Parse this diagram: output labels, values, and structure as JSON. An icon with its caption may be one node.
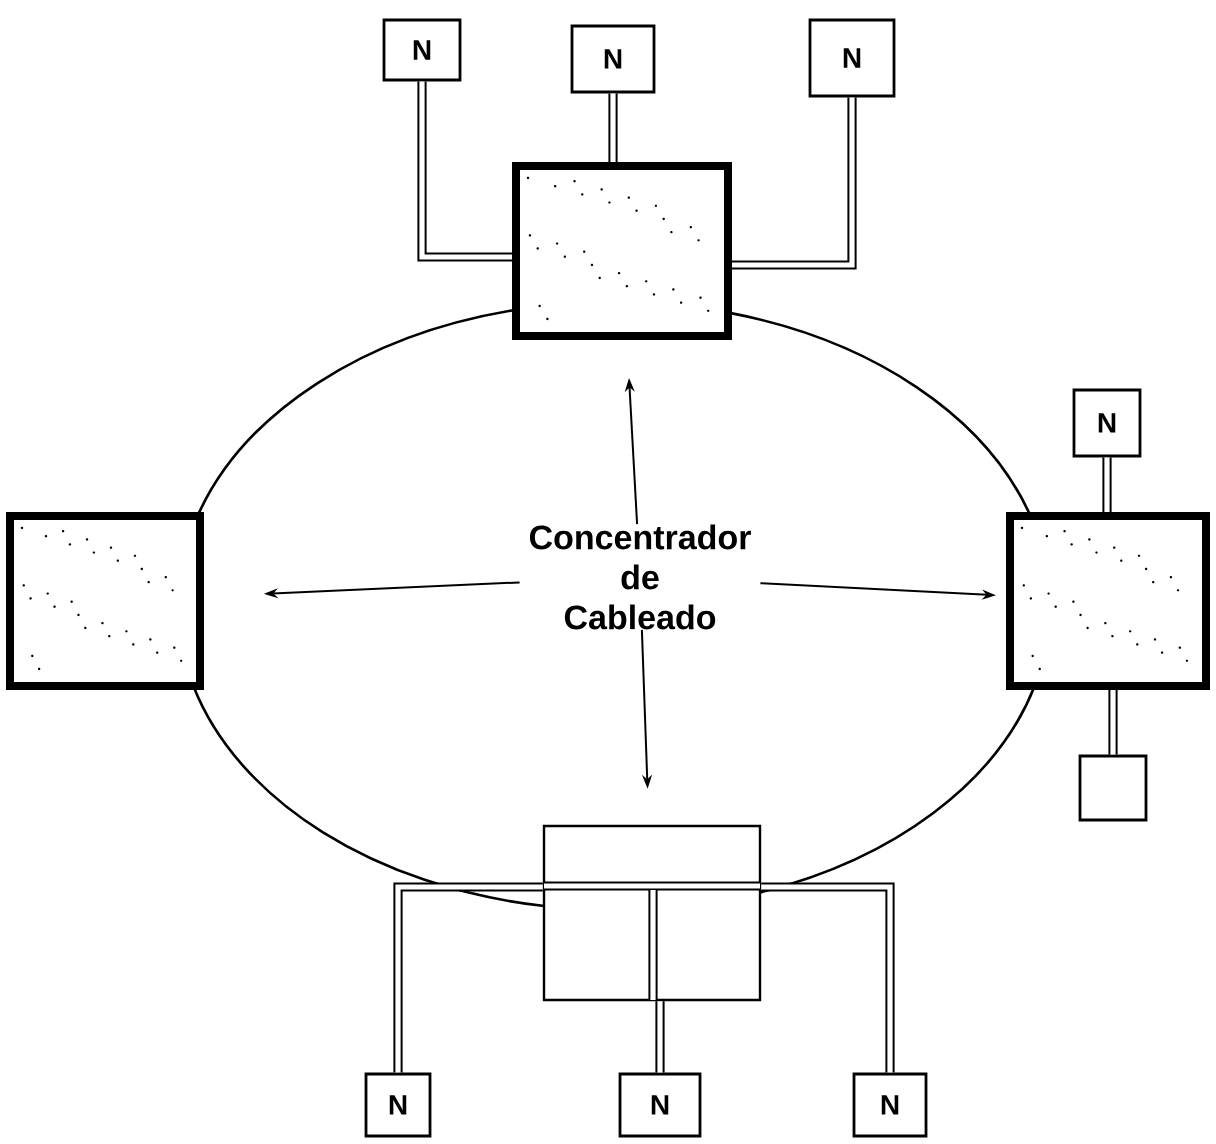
{
  "diagram": {
    "nodes": [
      {
        "text": [
          "Concentrador de Cableado"
        ]
      },
      {
        "text": [],
        "shape": "box"
      },
      {
        "text": [],
        "shape": "box"
      },
      {
        "text": [],
        "shape": "box"
      },
      {
        "text": [],
        "shape": "box"
      },
      {
        "text": [
          "N"
        ]
      },
      {
        "text": [
          "N"
        ]
      },
      {
        "text": [
          "N"
        ]
      },
      {
        "text": [
          "N"
        ]
      },
      {
        "text": [],
        "shape": "box"
      },
      {
        "text": [
          "N"
        ]
      },
      {
        "text": [
          "N"
        ]
      },
      {
        "text": [
          "N"
        ]
      }
    ],
    "edges": [
      {
        "from": 0,
        "to": 1,
        "arrow": "to"
      },
      {
        "from": 0,
        "to": 2,
        "arrow": "to"
      },
      {
        "from": 0,
        "to": 3,
        "arrow": "to"
      },
      {
        "from": 0,
        "to": 4,
        "arrow": "to"
      },
      {
        "from": 1,
        "to": 3,
        "arrow": "none"
      },
      {
        "from": 3,
        "to": 4,
        "arrow": "none"
      },
      {
        "from": 4,
        "to": 2,
        "arrow": "none"
      },
      {
        "from": 2,
        "to": 1,
        "arrow": "none"
      },
      {
        "from": 5,
        "to": 1,
        "arrow": "none",
        "style": "thick"
      },
      {
        "from": 6,
        "to": 1,
        "arrow": "none",
        "style": "thick"
      },
      {
        "from": 7,
        "to": 1,
        "arrow": "none",
        "style": "thick"
      },
      {
        "from": 8,
        "to": 3,
        "arrow": "none",
        "style": "thick"
      },
      {
        "from": 9,
        "to": 3,
        "arrow": "none",
        "style": "thick"
      },
      {
        "from": 10,
        "to": 4,
        "arrow": "none",
        "style": "thick"
      },
      {
        "from": 11,
        "to": 4,
        "arrow": "none",
        "style": "thick"
      },
      {
        "from": 12,
        "to": 4,
        "arrow": "none",
        "style": "thick"
      }
    ]
  }
}
